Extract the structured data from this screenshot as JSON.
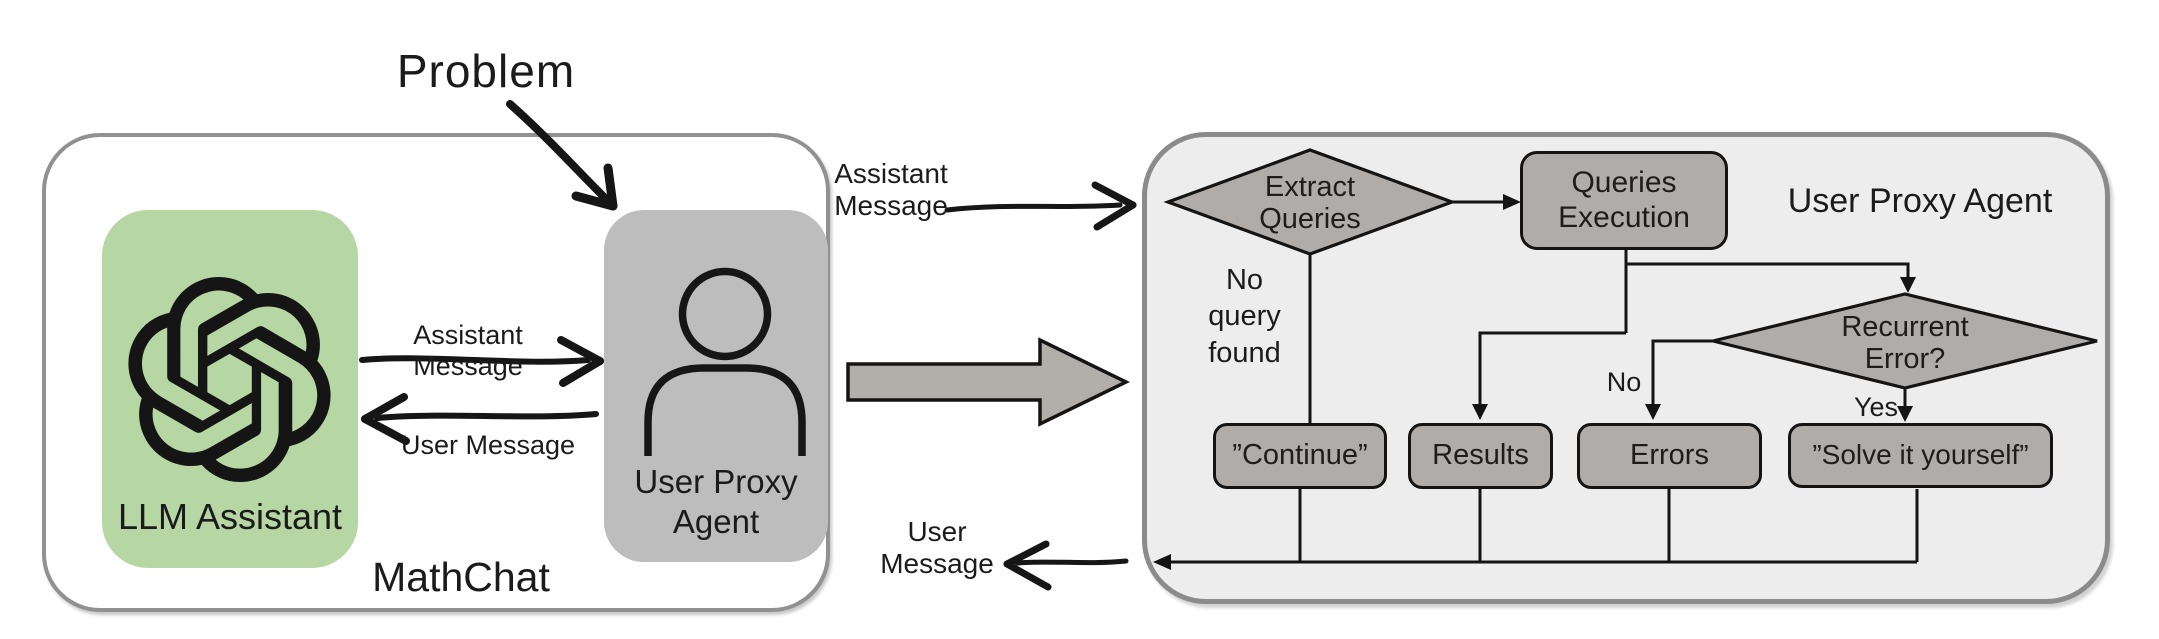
{
  "problem_label": "Problem",
  "mathchat": {
    "title": "MathChat",
    "llm_assistant_label": "LLM Assistant",
    "user_proxy_label": "User Proxy\nAgent",
    "assistant_message_label": "Assistant Message",
    "user_message_label": "User Message"
  },
  "bridge": {
    "assistant_message_label": "Assistant\nMessage",
    "user_message_label": "User\nMessage"
  },
  "flow": {
    "title": "User Proxy Agent",
    "extract_queries_label": "Extract\nQueries",
    "queries_execution_label": "Queries\nExecution",
    "no_query_found_label": "No\nquery\nfound",
    "recurrent_error_label": "Recurrent\nError?",
    "no_label": "No",
    "yes_label": "Yes",
    "continue_label": "”Continue”",
    "results_label": "Results",
    "errors_label": "Errors",
    "solve_label": "”Solve it yourself”"
  },
  "icons": {
    "llm_assistant": "openai-logo-icon",
    "user_proxy": "person-icon",
    "hand_drawn_arrows": [
      "problem-arrow-icon",
      "assistant-message-arrow-icon",
      "user-message-arrow-icon",
      "assistant-handoff-arrow-icon",
      "user-return-arrow-icon"
    ],
    "solid_arrow": "big-right-arrow-icon"
  },
  "colors": {
    "llm_assistant_bg": "#b6d7a3",
    "user_proxy_bg": "#bdbdbd",
    "flow_node_bg": "#b0acaa",
    "flow_container_bg": "#ededed",
    "container_border": "#8f8f8f",
    "solid_arrow_fill": "#b2aeaa",
    "line_color": "#141414"
  }
}
